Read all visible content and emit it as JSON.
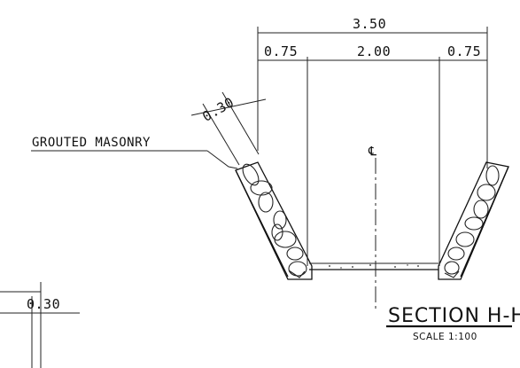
{
  "dimensions": {
    "total_width": "3.50",
    "left_top": "0.75",
    "bottom_width": "2.00",
    "right_top": "0.75",
    "wall_thickness": "0.30",
    "wall_thickness_lower": "0.30"
  },
  "labels": {
    "material": "GROUTED MASONRY",
    "centerline_symbol": "℄"
  },
  "section": {
    "title": "SECTION H-H",
    "scale": "SCALE 1:100"
  }
}
